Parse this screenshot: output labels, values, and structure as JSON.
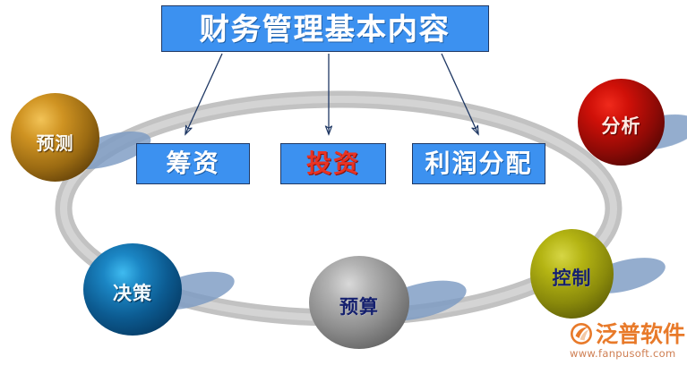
{
  "diagram": {
    "title_box": {
      "label": "财务管理基本内容",
      "text_color": "#ffffff",
      "fill_color": "#3c91f0",
      "border_color": "#1f3864"
    },
    "sub_boxes": [
      {
        "id": "financing",
        "label": "筹资",
        "text_color": "#ffffff"
      },
      {
        "id": "invest",
        "label": "投资",
        "text_color": "#e83323"
      },
      {
        "id": "profit",
        "label": "利润分配",
        "text_color": "#ffffff"
      }
    ],
    "spheres": [
      {
        "id": "forecast",
        "label": "预测",
        "color": "#b8821c",
        "text_color": "#fdfbf2"
      },
      {
        "id": "analysis",
        "label": "分析",
        "color": "#c2100a",
        "text_color": "#ffe9e2"
      },
      {
        "id": "control",
        "label": "控制",
        "color": "#a8a810",
        "text_color": "#15206e"
      },
      {
        "id": "budget",
        "label": "预算",
        "color": "#9a9a9a",
        "text_color": "#15206e"
      },
      {
        "id": "decision",
        "label": "决策",
        "color": "#1377b4",
        "text_color": "#f3fbff"
      }
    ],
    "ring": {
      "color": "#c0c0c0",
      "shadow_color": "#7d9cc4"
    },
    "arrow_color": "#1f3864"
  },
  "watermark": {
    "brand": "泛普软件",
    "url": "www.fanpusoft.com",
    "brand_color": "#e87a2a",
    "url_color": "#cf7f53"
  }
}
